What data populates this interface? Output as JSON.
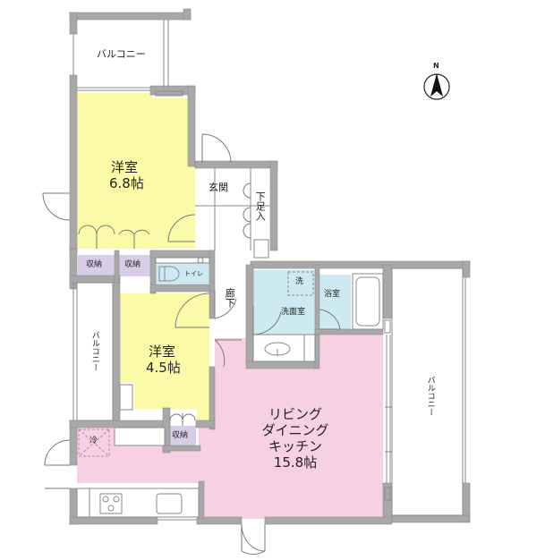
{
  "colors": {
    "wall": "#a8a8a8",
    "wall_stroke": "#8c8c8c",
    "western_room": "#fafaa8",
    "ldk": "#f8d0e4",
    "storage": "#d8cce6",
    "wet_area": "#cde9f2",
    "balcony": "#ffffff",
    "line": "#7a7a7a"
  },
  "rooms": {
    "balcony_top": {
      "label": "バルコニー"
    },
    "western_room_1": {
      "label": "洋室",
      "size": "6.8帖"
    },
    "entrance": {
      "label": "玄関"
    },
    "shoe_storage": {
      "label": "下足入"
    },
    "storage_1": {
      "label": "収納"
    },
    "storage_2": {
      "label": "収納"
    },
    "toilet": {
      "label": "トイレ"
    },
    "hallway": {
      "label": "廊下"
    },
    "washroom": {
      "label": "洗面室"
    },
    "washer_space": {
      "label": "洗"
    },
    "bathroom": {
      "label": "浴室"
    },
    "balcony_left": {
      "label": "バルコニー"
    },
    "western_room_2": {
      "label": "洋室",
      "size": "4.5帖"
    },
    "storage_3": {
      "label": "収納"
    },
    "fridge_space": {
      "label": "冷"
    },
    "ldk": {
      "label_line1": "リビング",
      "label_line2": "ダイニング",
      "label_line3": "キッチン",
      "size": "15.8帖"
    },
    "balcony_right": {
      "label": "バルコニー"
    }
  },
  "compass": {
    "label": "N"
  }
}
